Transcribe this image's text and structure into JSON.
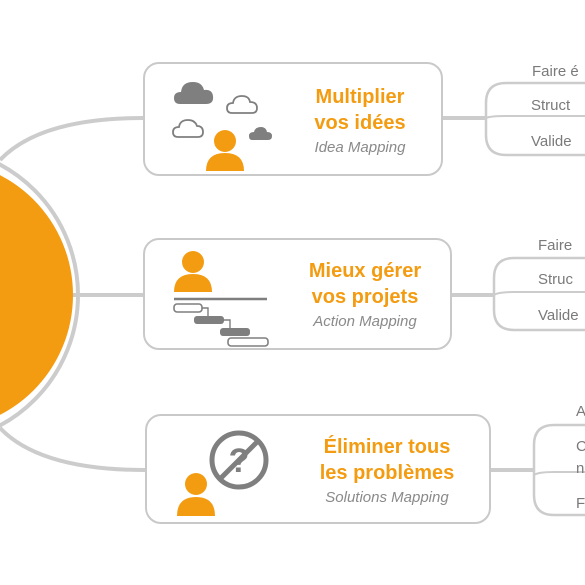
{
  "colors": {
    "accent": "#f39c12",
    "border": "#c9c9c9",
    "icon_gray": "#7f7f7f",
    "text_gray": "#8a8a8a"
  },
  "cards": [
    {
      "title_line1": "Multiplier",
      "title_line2": "vos idées",
      "subtitle": "Idea Mapping",
      "icon": "clouds-person-icon",
      "branches": [
        "Faire é",
        "Struct",
        "Valide"
      ]
    },
    {
      "title_line1": "Mieux gérer",
      "title_line2": "vos projets",
      "subtitle": "Action Mapping",
      "icon": "person-gantt-icon",
      "branches": [
        "Faire",
        "Struc",
        "Valide"
      ]
    },
    {
      "title_line1": "Éliminer tous",
      "title_line2": "les problèmes",
      "subtitle": "Solutions Mapping",
      "icon": "person-no-question-icon",
      "branches": [
        "A",
        "C",
        "n",
        "F"
      ]
    }
  ]
}
